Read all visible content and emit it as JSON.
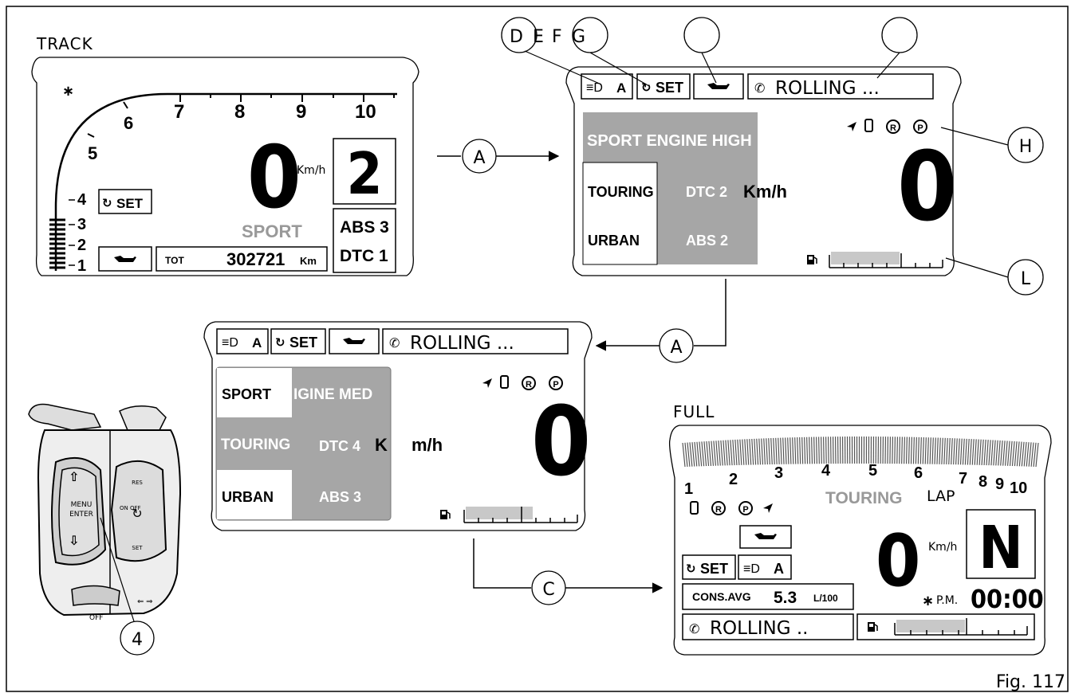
{
  "figure": {
    "label": "Fig. 117",
    "callouts": {
      "a": "A",
      "c": "C",
      "d": "D",
      "e": "E",
      "f": "F",
      "g": "G",
      "h": "H",
      "l": "L",
      "four": "4"
    }
  },
  "track": {
    "title": "TRACK",
    "rpm_ticks": [
      "1",
      "2",
      "3",
      "4",
      "5",
      "6",
      "7",
      "8",
      "9",
      "10"
    ],
    "speed": "0",
    "speed_unit": "Km/h",
    "gear": "2",
    "mode": "SPORT",
    "abs": "ABS 3",
    "dtc": "DTC  1",
    "set": "SET",
    "odo_label": "TOT",
    "odo_value": "302721",
    "odo_unit": "Km"
  },
  "menu1": {
    "light_mode": "A",
    "cruise": "SET",
    "rolling": "ROLLING ...",
    "selected": "SPORT ENGINE HIGH",
    "touring": "TOURING",
    "urban": "URBAN",
    "dtc": "DTC  2",
    "abs": "ABS  2",
    "speed_unit": "Km/h",
    "speed": "0",
    "status_r": "R",
    "status_p": "P"
  },
  "menu2": {
    "light_mode": "A",
    "cruise": "SET",
    "rolling": "ROLLING ...",
    "sport": "SPORT",
    "engine_partial": "IGINE MED",
    "touring": "TOURING",
    "urban": "URBAN",
    "dtc": "DTC  4",
    "abs": "ABS  3",
    "unit_a": "K",
    "unit_b": "m/h",
    "speed": "0",
    "status_r": "R",
    "status_p": "P"
  },
  "full": {
    "title": "FULL",
    "rpm_labels": [
      "1",
      "2",
      "3",
      "4",
      "5",
      "6",
      "7",
      "8",
      "9",
      "10"
    ],
    "mode": "TOURING",
    "lap": "LAP",
    "speed": "0",
    "speed_unit": "Km/h",
    "gear": "N",
    "set": "SET",
    "light_mode": "A",
    "cons_label": "CONS.AVG",
    "cons_value": "5.3",
    "cons_unit": "L/100",
    "ampm": "P.M.",
    "clock": "00:00",
    "rolling": "ROLLING ..",
    "status_r": "R",
    "status_p": "P"
  },
  "switch": {
    "menu_line1": "MENU",
    "menu_line2": "ENTER",
    "on_off": "ON OFF",
    "res": "RES",
    "set": "SET",
    "off": "OFF"
  }
}
